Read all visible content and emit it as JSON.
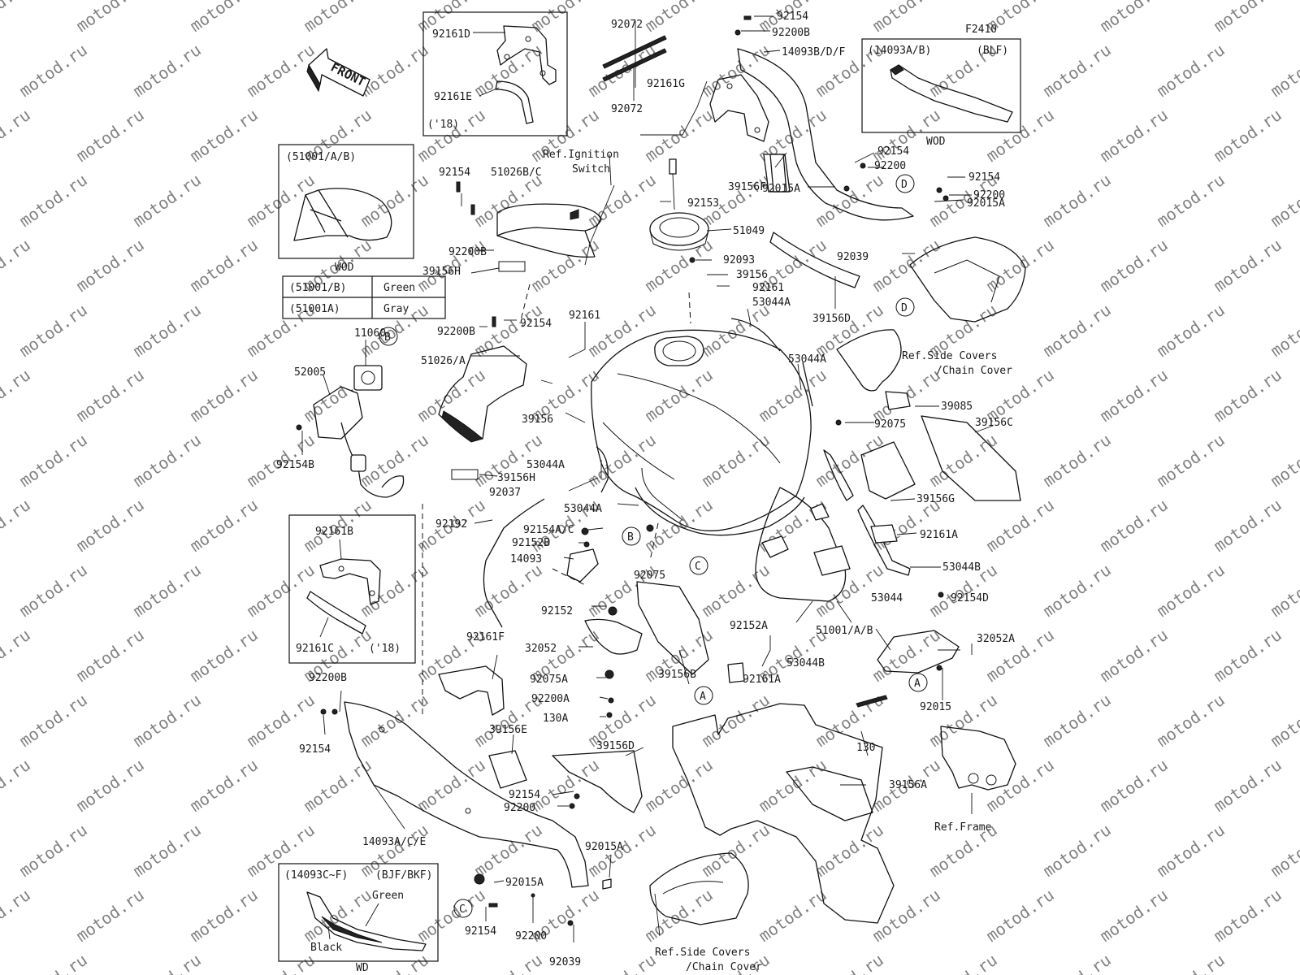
{
  "watermark": "motod.ru",
  "front_label": "FRONT",
  "diagram_code": "F2410",
  "callouts": {
    "p_92072_top": "92072",
    "p_92072_bot": "92072",
    "p_92154_top": "92154",
    "p_92200b_top": "92200B",
    "p_14093bdf": "14093B/D/F",
    "p_92161g": "92161G",
    "ref_ignition": "Ref.Ignition",
    "ref_ignition_2": "Switch",
    "p_92154_a": "92154",
    "p_51026bc": "51026B/C",
    "p_92200b_a": "92200B",
    "p_39156h_a": "39156H",
    "p_92153": "92153",
    "p_51049": "51049",
    "p_92093": "92093",
    "p_39156_a": "39156",
    "p_92161_a": "92161",
    "p_53044a_a": "53044A",
    "p_53044a_b": "53044A",
    "p_39156f": "39156F",
    "p_92015a_a": "92015A",
    "p_92154_b": "92154",
    "p_92200_a": "92200",
    "p_92154_c": "92154",
    "p_92200_b": "92200",
    "p_92015a_b": "92015A",
    "p_92039_a": "92039",
    "p_39156d_a": "39156D",
    "ref_side_a": "Ref.Side Covers",
    "ref_side_a2": "/Chain Cover",
    "p_39085": "39085",
    "p_39156c": "39156C",
    "p_92075_a": "92075",
    "p_39156g": "39156G",
    "p_92161a_a": "92161A",
    "p_53044b_a": "53044B",
    "p_11060": "11060",
    "p_52005": "52005",
    "p_92154b": "92154B",
    "p_92154_d": "92154",
    "p_92200b_b": "92200B",
    "p_92161_b": "92161",
    "p_51026a": "51026/A",
    "p_39156_b": "39156",
    "p_53044a_c": "53044A",
    "p_39156h_b": "39156H",
    "p_92037": "92037",
    "p_53044a_d": "53044A",
    "p_92192": "92192",
    "p_92154ac": "92154A/C",
    "p_92152b": "92152B",
    "p_14093": "14093",
    "p_92075_b": "92075",
    "p_92152": "92152",
    "p_32052": "32052",
    "p_92075a": "92075A",
    "p_92200a": "92200A",
    "p_130a": "130A",
    "p_92161f": "92161F",
    "p_39156e": "39156E",
    "p_39156d_b": "39156D",
    "p_92154_e": "92154",
    "p_92200_c": "92200",
    "p_92015a_c": "92015A",
    "p_92015a_d": "92015A",
    "p_92200b_c": "92200B",
    "p_92154_f": "92154",
    "p_14093ace": "14093A/C/E",
    "p_92154_g": "92154",
    "p_92200_d": "92200",
    "p_92039_b": "92039",
    "ref_side_b": "Ref.Side Covers",
    "ref_side_b2": "/Chain Cover",
    "p_39156b": "39156B",
    "p_92152a": "92152A",
    "p_92161a_b": "92161A",
    "p_51001ab": "51001/A/B",
    "p_53044b_b": "53044B",
    "p_53044": "53044",
    "p_92154d": "92154D",
    "p_32052a": "32052A",
    "p_92015": "92015",
    "p_130": "130",
    "p_39156a": "39156A",
    "ref_frame": "Ref.Frame"
  },
  "markers": {
    "a": "A",
    "b": "B",
    "c": "C",
    "d": "D"
  },
  "insets": {
    "bracket_top": {
      "label_1": "92161D",
      "label_2": "92161E",
      "note": "('18)"
    },
    "bracket_left": {
      "label_1": "92161B",
      "label_2": "92161C",
      "note": "('18)"
    },
    "tank_wod": {
      "title": "(51001/A/B)",
      "footer": "WOD"
    },
    "cowl_blf": {
      "title": "(14093A/B)",
      "variant": "(BLF)",
      "footer": "WOD"
    },
    "cowl_bjf": {
      "title": "(14093C~F)",
      "variant": "(BJF/BKF)",
      "color_1": "Green",
      "color_2": "Black",
      "footer": "WD"
    }
  },
  "color_table": {
    "rows": [
      {
        "part": "(51001/B)",
        "color": "Green"
      },
      {
        "part": "(51001A)",
        "color": "Gray"
      }
    ]
  }
}
